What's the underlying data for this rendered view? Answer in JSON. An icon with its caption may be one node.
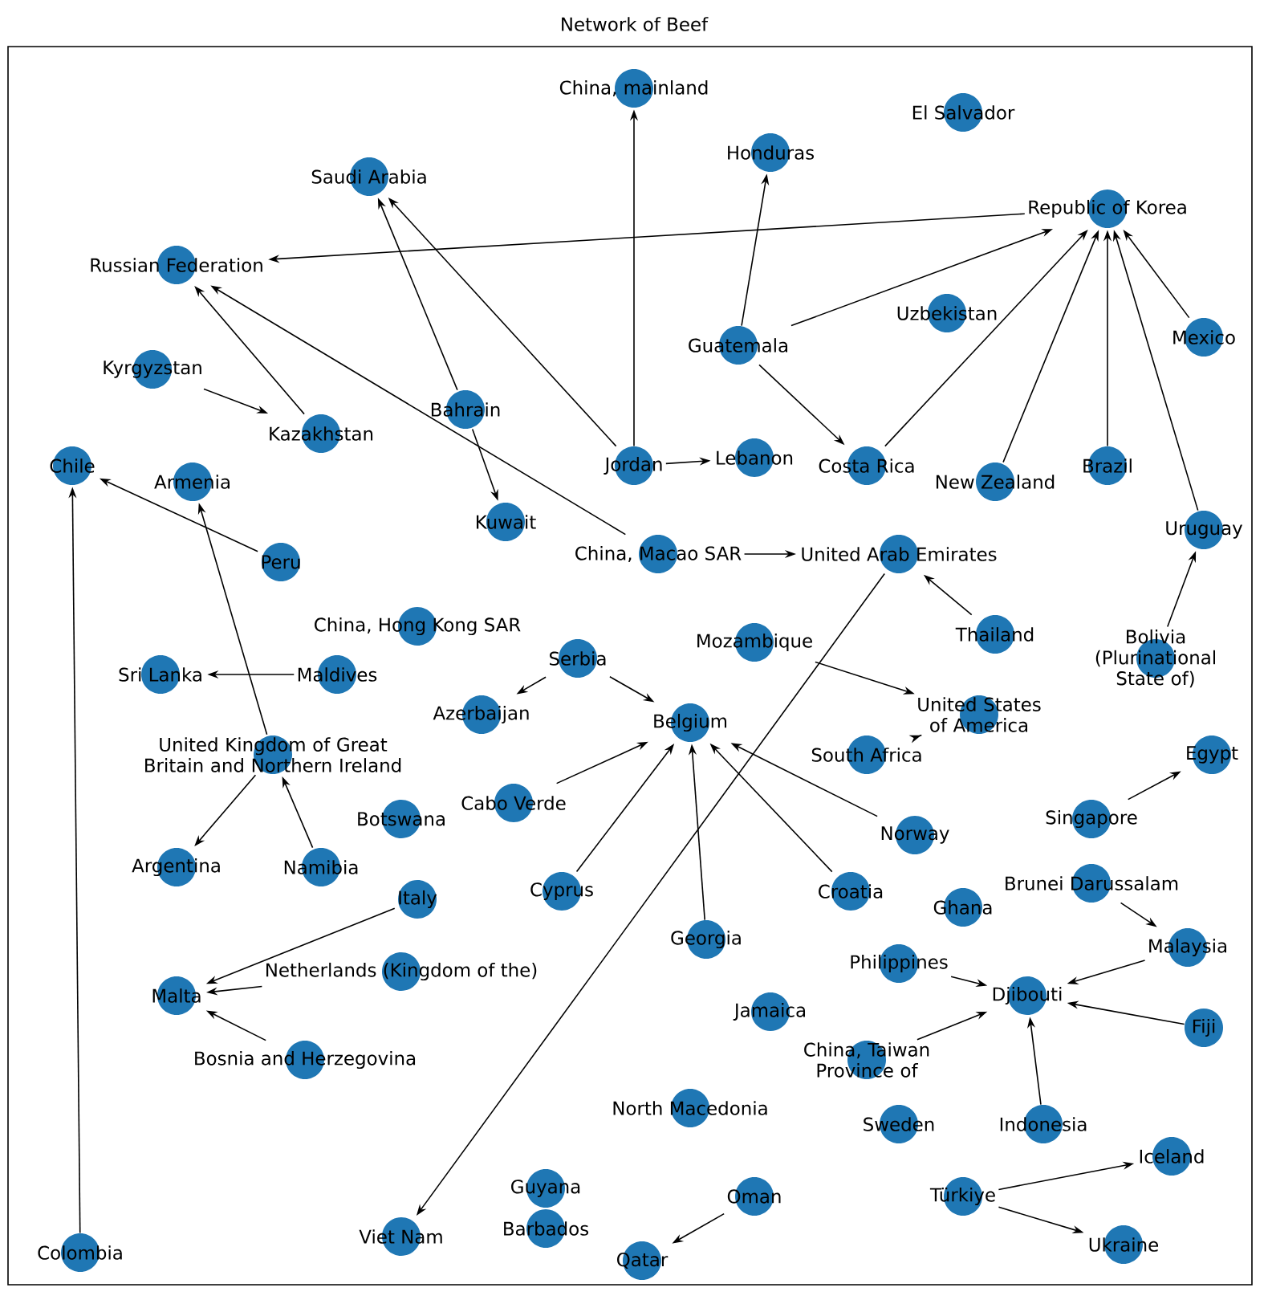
{
  "diagram": {
    "title": "Network of Beef",
    "nodes": [
      {
        "text": [
          "China, mainland"
        ]
      },
      {
        "text": [
          "Honduras"
        ]
      },
      {
        "text": [
          "El Salvador"
        ]
      },
      {
        "text": [
          "Saudi Arabia"
        ]
      },
      {
        "text": [
          "Uzbekistan"
        ]
      },
      {
        "text": [
          "Republic of Korea"
        ]
      },
      {
        "text": [
          "Russian Federation"
        ]
      },
      {
        "text": [
          "Kazakhstan"
        ]
      },
      {
        "text": [
          "Guatemala"
        ]
      },
      {
        "text": [
          "Kyrgyzstan"
        ]
      },
      {
        "text": [
          "Bahrain"
        ]
      },
      {
        "text": [
          "Armenia"
        ]
      },
      {
        "text": [
          "Chile"
        ]
      },
      {
        "text": [
          "Jordan"
        ]
      },
      {
        "text": [
          "New Zealand"
        ]
      },
      {
        "text": [
          "Fiji"
        ]
      },
      {
        "text": [
          "Peru"
        ]
      },
      {
        "text": [
          "Lebanon"
        ]
      },
      {
        "text": [
          "Thailand"
        ]
      },
      {
        "text": [
          "Singapore"
        ]
      },
      {
        "text": [
          "Egypt"
        ]
      },
      {
        "text": [
          "Kuwait"
        ]
      },
      {
        "text": [
          "Philippines"
        ]
      },
      {
        "text": [
          "Costa Rica"
        ]
      },
      {
        "text": [
          "China, Macao SAR"
        ]
      },
      {
        "text": [
          "United Arab Emirates"
        ]
      },
      {
        "text": [
          "Malaysia"
        ]
      },
      {
        "text": [
          "China, Hong Kong SAR"
        ]
      },
      {
        "text": [
          "Mozambique"
        ]
      },
      {
        "text": [
          "Brunei Darussalam"
        ]
      },
      {
        "text": [
          "Indonesia"
        ]
      },
      {
        "text": [
          "China, Taiwan Province of"
        ]
      },
      {
        "text": [
          "Sri Lanka"
        ]
      },
      {
        "text": [
          "Azerbaijan"
        ]
      },
      {
        "text": [
          "South Africa"
        ]
      },
      {
        "text": [
          "Belgium"
        ]
      },
      {
        "text": [
          "Botswana"
        ]
      },
      {
        "text": [
          "Maldives"
        ]
      },
      {
        "text": [
          "Namibia"
        ]
      },
      {
        "text": [
          "United States of America"
        ]
      },
      {
        "text": [
          "Djibouti"
        ]
      },
      {
        "text": [
          "Jamaica"
        ]
      },
      {
        "text": [
          "Ghana"
        ]
      },
      {
        "text": [
          "Mexico"
        ]
      },
      {
        "text": [
          "Argentina"
        ]
      },
      {
        "text": [
          "United Kingdom of Great Britain and Northern Ireland"
        ]
      },
      {
        "text": [
          "Cyprus"
        ]
      },
      {
        "text": [
          "Cabo Verde"
        ]
      },
      {
        "text": [
          "Norway"
        ]
      },
      {
        "text": [
          "Georgia"
        ]
      },
      {
        "text": [
          "Croatia"
        ]
      },
      {
        "text": [
          "Italy"
        ]
      },
      {
        "text": [
          "Serbia"
        ]
      },
      {
        "text": [
          "Sweden"
        ]
      },
      {
        "text": [
          "North Macedonia"
        ]
      },
      {
        "text": [
          "Netherlands (Kingdom of the)"
        ]
      },
      {
        "text": [
          "Bosnia and Herzegovina"
        ]
      },
      {
        "text": [
          "Türkiye"
        ]
      },
      {
        "text": [
          "Oman"
        ]
      },
      {
        "text": [
          "Bolivia (Plurinational State of)"
        ]
      },
      {
        "text": [
          "Malta"
        ]
      },
      {
        "text": [
          "Uruguay"
        ]
      },
      {
        "text": [
          "Viet Nam"
        ]
      },
      {
        "text": [
          "Brazil"
        ]
      },
      {
        "text": [
          "Iceland"
        ]
      },
      {
        "text": [
          "Ukraine"
        ]
      },
      {
        "text": [
          "Guyana"
        ]
      },
      {
        "text": [
          "Colombia"
        ]
      },
      {
        "text": [
          "Qatar"
        ]
      },
      {
        "text": [
          "Barbados"
        ]
      }
    ],
    "edges": [
      {
        "from": 13,
        "to": 0,
        "arrow": "to"
      },
      {
        "from": 8,
        "to": 1,
        "arrow": "to"
      },
      {
        "from": 10,
        "to": 3,
        "arrow": "to"
      },
      {
        "from": 13,
        "to": 3,
        "arrow": "to"
      },
      {
        "from": 7,
        "to": 6,
        "arrow": "to"
      },
      {
        "from": 5,
        "to": 6,
        "arrow": "to"
      },
      {
        "from": 24,
        "to": 6,
        "arrow": "to"
      },
      {
        "from": 9,
        "to": 7,
        "arrow": "to"
      },
      {
        "from": 8,
        "to": 23,
        "arrow": "to"
      },
      {
        "from": 13,
        "to": 17,
        "arrow": "to"
      },
      {
        "from": 10,
        "to": 21,
        "arrow": "to"
      },
      {
        "from": 16,
        "to": 12,
        "arrow": "to"
      },
      {
        "from": 67,
        "to": 12,
        "arrow": "to"
      },
      {
        "from": 37,
        "to": 32,
        "arrow": "to"
      },
      {
        "from": 45,
        "to": 44,
        "arrow": "to"
      },
      {
        "from": 52,
        "to": 33,
        "arrow": "to"
      },
      {
        "from": 45,
        "to": 11,
        "arrow": "to"
      },
      {
        "from": 51,
        "to": 60,
        "arrow": "to"
      },
      {
        "from": 56,
        "to": 60,
        "arrow": "to"
      },
      {
        "from": 55,
        "to": 60,
        "arrow": "to"
      },
      {
        "from": 25,
        "to": 62,
        "arrow": "to"
      },
      {
        "from": 58,
        "to": 68,
        "arrow": "to"
      },
      {
        "from": 57,
        "to": 65,
        "arrow": "to"
      },
      {
        "from": 57,
        "to": 64,
        "arrow": "to"
      },
      {
        "from": 59,
        "to": 61,
        "arrow": "to"
      },
      {
        "from": 63,
        "to": 5,
        "arrow": "to"
      },
      {
        "from": 61,
        "to": 5,
        "arrow": "to"
      },
      {
        "from": 43,
        "to": 5,
        "arrow": "to"
      },
      {
        "from": 23,
        "to": 5,
        "arrow": "to"
      },
      {
        "from": 14,
        "to": 5,
        "arrow": "to"
      },
      {
        "from": 8,
        "to": 5,
        "arrow": "to"
      },
      {
        "from": 19,
        "to": 20,
        "arrow": "to"
      },
      {
        "from": 22,
        "to": 40,
        "arrow": "to"
      },
      {
        "from": 31,
        "to": 40,
        "arrow": "to"
      },
      {
        "from": 26,
        "to": 40,
        "arrow": "to"
      },
      {
        "from": 15,
        "to": 40,
        "arrow": "to"
      },
      {
        "from": 30,
        "to": 40,
        "arrow": "to"
      },
      {
        "from": 34,
        "to": 39,
        "arrow": "to"
      },
      {
        "from": 28,
        "to": 39,
        "arrow": "to"
      },
      {
        "from": 52,
        "to": 35,
        "arrow": "to"
      },
      {
        "from": 50,
        "to": 35,
        "arrow": "to"
      },
      {
        "from": 46,
        "to": 35,
        "arrow": "to"
      },
      {
        "from": 47,
        "to": 35,
        "arrow": "to"
      },
      {
        "from": 49,
        "to": 35,
        "arrow": "to"
      },
      {
        "from": 48,
        "to": 35,
        "arrow": "to"
      },
      {
        "from": 24,
        "to": 25,
        "arrow": "to"
      },
      {
        "from": 38,
        "to": 45,
        "arrow": "to"
      },
      {
        "from": 29,
        "to": 26,
        "arrow": "to"
      },
      {
        "from": 18,
        "to": 25,
        "arrow": "to"
      }
    ]
  }
}
